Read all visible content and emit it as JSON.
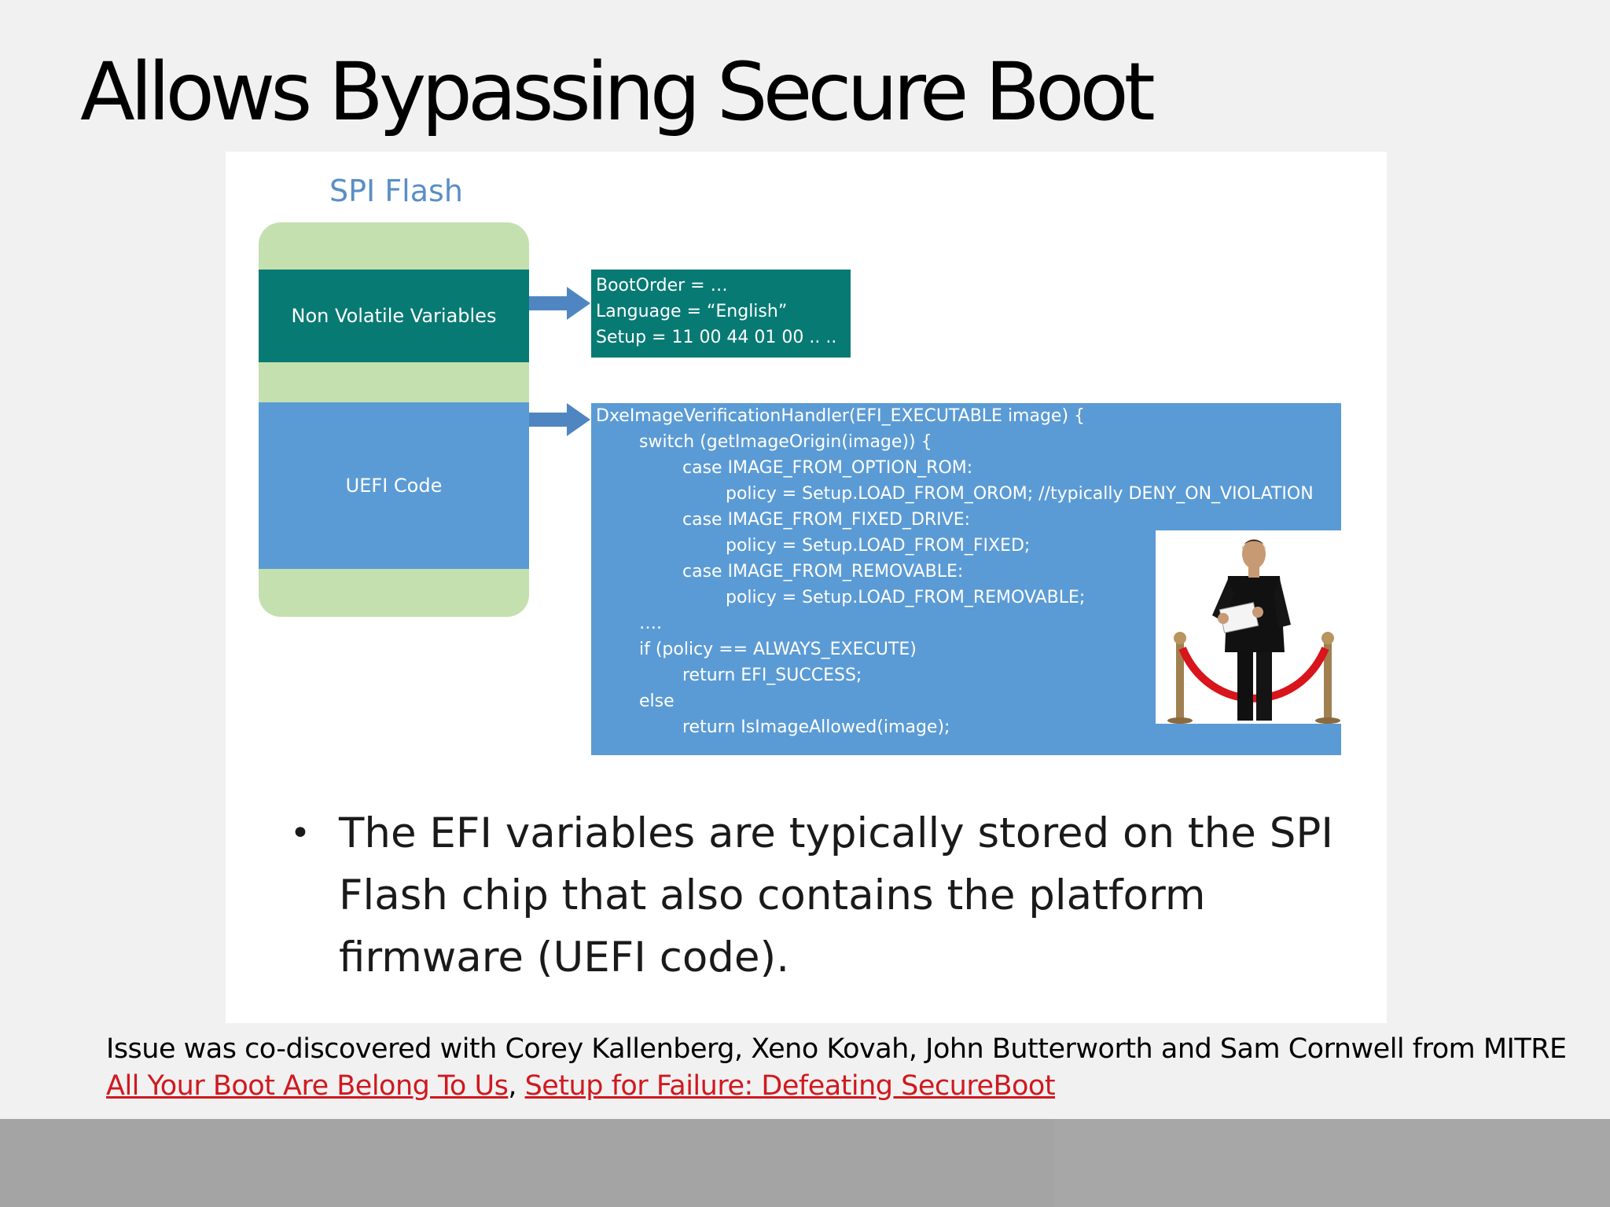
{
  "title": "Allows Bypassing Secure Boot",
  "figure": {
    "spi_title": "SPI Flash",
    "nv_label": "Non Volatile Variables",
    "uefi_label": "UEFI Code",
    "vars_lines": [
      "BootOrder = …",
      "Language = “English”",
      "Setup = 11 00 44 01 00 .. .."
    ],
    "code_lines": [
      "DxeImageVerificationHandler(EFI_EXECUTABLE image) {",
      "switch (getImageOrigin(image)) {",
      "case IMAGE_FROM_OPTION_ROM:",
      "policy = Setup.LOAD_FROM_OROM; //typically DENY_ON_VIOLATION",
      "case IMAGE_FROM_FIXED_DRIVE:",
      "policy = Setup.LOAD_FROM_FIXED;",
      "case IMAGE_FROM_REMOVABLE:",
      "policy = Setup.LOAD_FROM_REMOVABLE;",
      "….",
      "if (policy == ALWAYS_EXECUTE)",
      "return EFI_SUCCESS;",
      "else",
      "return IsImageAllowed(image);"
    ],
    "bullet": "The EFI variables are typically stored on the SPI Flash chip that also contains the platform firmware (UEFI code).",
    "colors": {
      "teal": "#087a74",
      "blue": "#5b9bd5",
      "green": "#c4e0ae",
      "title_blue": "#5a8ec6"
    }
  },
  "credit": "Issue was co-discovered with Corey Kallenberg, Xeno Kovah, John Butterworth and Sam Cornwell from MITRE",
  "links": {
    "link1": "All Your Boot Are Belong To Us",
    "separator": ", ",
    "link2": "Setup for Failure: Defeating SecureBoot"
  }
}
